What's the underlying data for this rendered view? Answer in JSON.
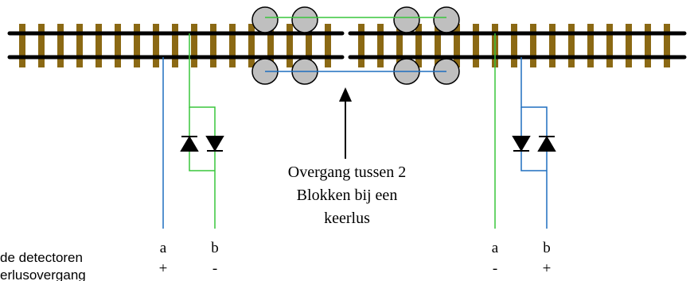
{
  "diagram": {
    "caption": {
      "line1": "Overgang tussen 2",
      "line2": "Blokken bij een",
      "line3": "keerlus"
    },
    "note": {
      "line1": "de detectoren",
      "line2": "erlusovergang"
    },
    "left_terminals": {
      "a_label": "a",
      "a_polarity": "+",
      "b_label": "b",
      "b_polarity": "-"
    },
    "right_terminals": {
      "a_label": "a",
      "a_polarity": "-",
      "b_label": "b",
      "b_polarity": "+"
    },
    "colors": {
      "rail": "#000000",
      "sleeper": "#8b6914",
      "wheel": "#bfbfbf",
      "wire_blue": "#1f6fbf",
      "wire_green": "#39c63b"
    }
  }
}
